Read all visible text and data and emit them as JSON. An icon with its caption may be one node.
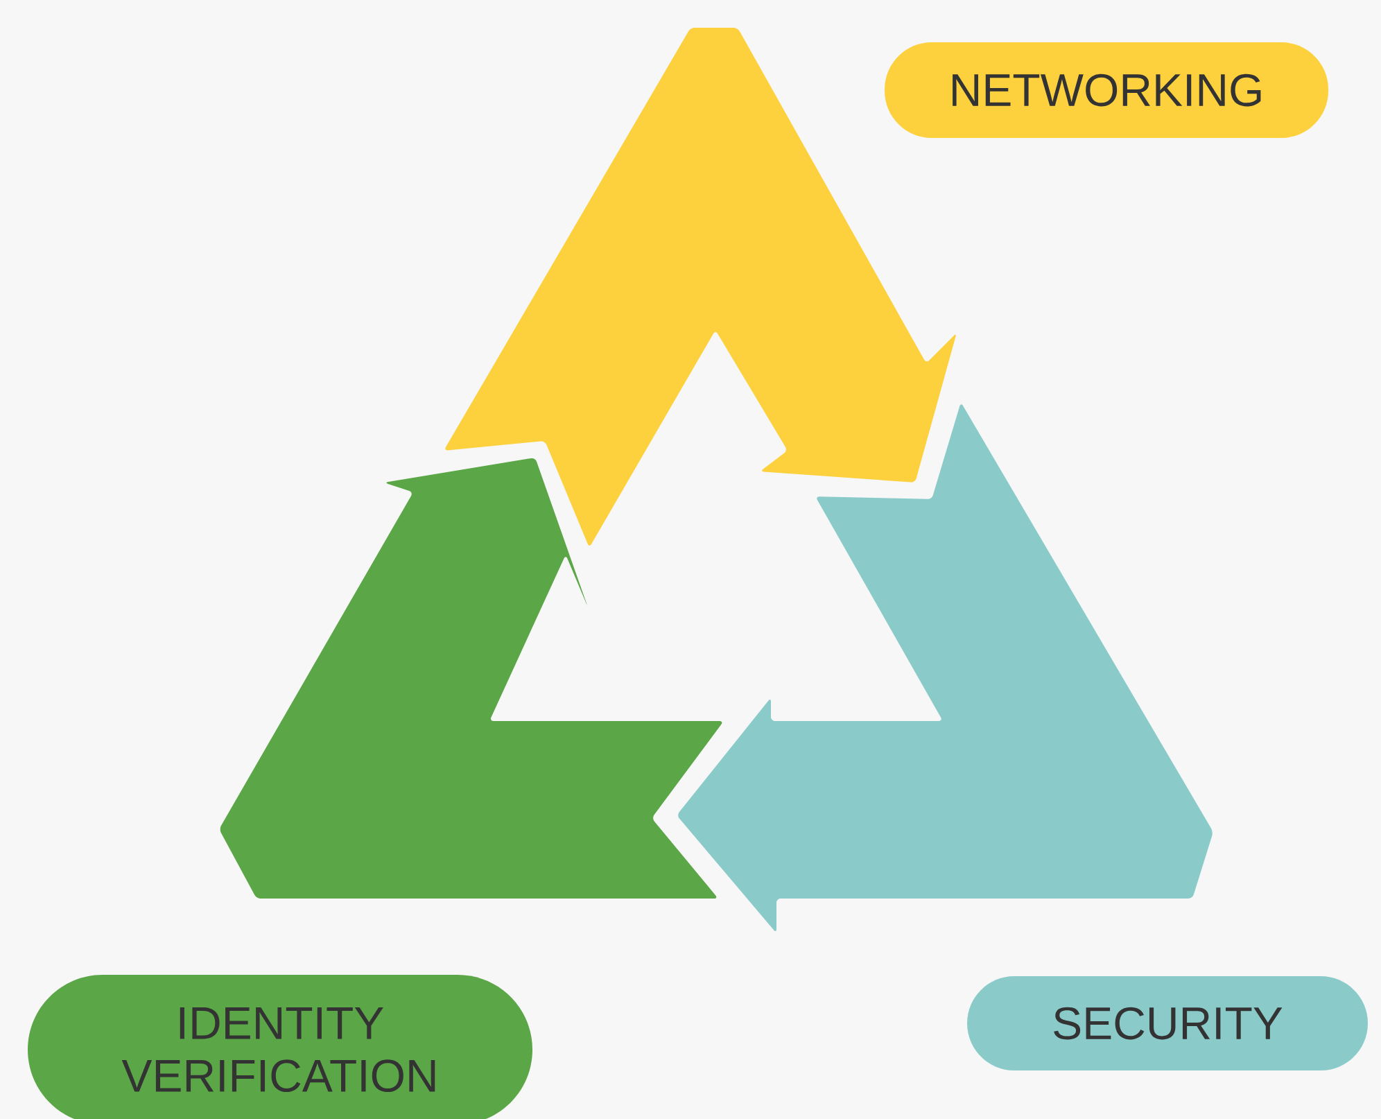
{
  "diagram": {
    "nodes": [
      {
        "text": [
          "NETWORKING"
        ]
      },
      {
        "text": [
          "SECURITY"
        ]
      },
      {
        "text": [
          "IDENTITY VERIFICATION"
        ]
      }
    ]
  }
}
